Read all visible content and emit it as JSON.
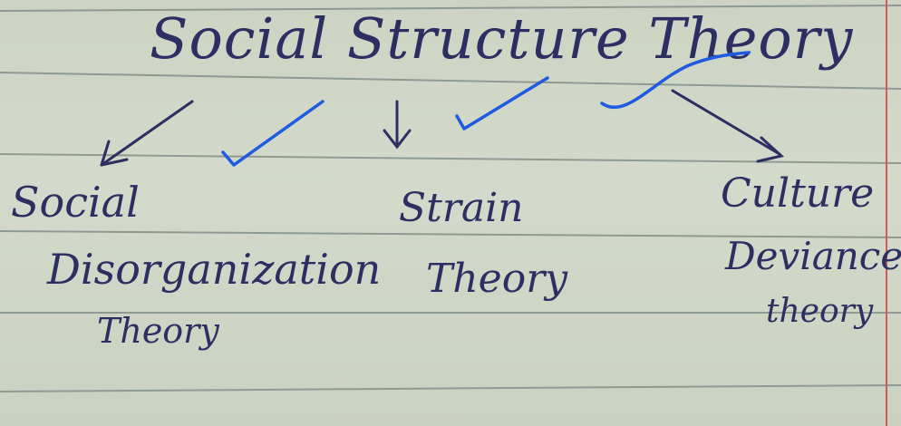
{
  "title": "Social Structure Theory",
  "branches": [
    {
      "lines": [
        "Social",
        "Disorganization",
        "Theory"
      ]
    },
    {
      "lines": [
        "Strain",
        "Theory"
      ]
    },
    {
      "lines": [
        "Culture",
        "Deviance",
        "theory"
      ]
    }
  ],
  "colors": {
    "ink": "#2d2f63",
    "checkmark_ink": "#1f5be0",
    "ruled_line": "#8e9a92",
    "margin_line": "#d05a5a",
    "paper": "#cfd6c6"
  }
}
